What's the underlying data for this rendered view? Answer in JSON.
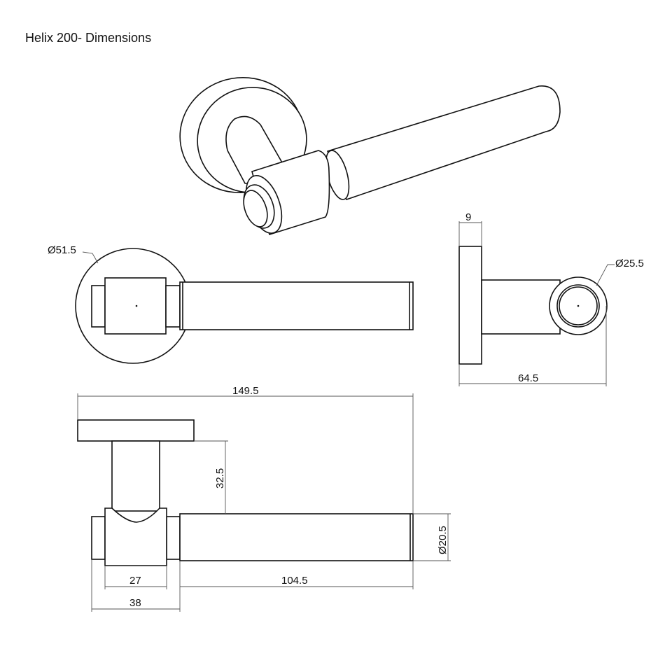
{
  "title": "Helix 200- Dimensions",
  "dimensions": {
    "rose_diameter": "Ø51.5",
    "rose_thickness": "9",
    "collar_diameter": "Ø25.5",
    "projection": "64.5",
    "overall_length": "149.5",
    "stem_height": "32.5",
    "lever_diameter": "Ø20.5",
    "collar_width": "27",
    "lever_length": "104.5",
    "hub_width": "38"
  }
}
